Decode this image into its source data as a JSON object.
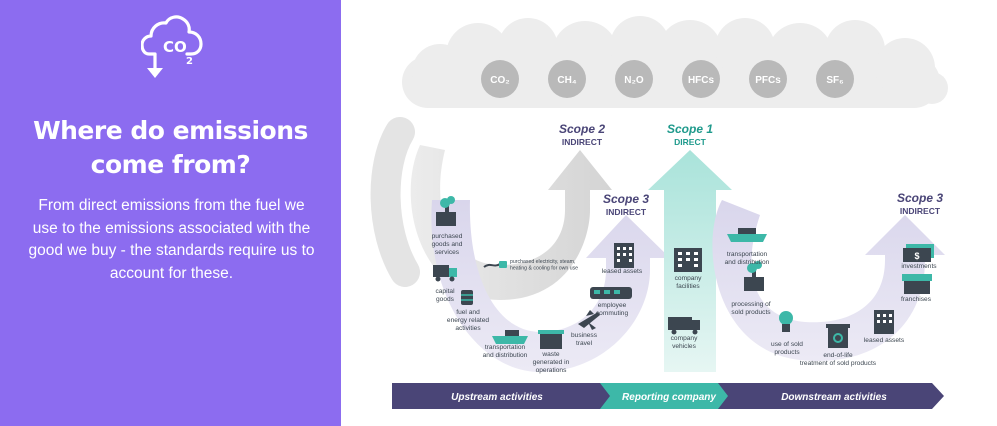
{
  "sidebar": {
    "logo_text": "CO2",
    "logo_icon": "cloud-co2-icon",
    "title": "Where do emissions come from?",
    "body": "From direct emissions from the fuel we use to the emissions associated with the good we buy - the standards require us to account for these."
  },
  "gases": [
    "CO₂",
    "CH₄",
    "N₂O",
    "HFCs",
    "PFCs",
    "SF₆"
  ],
  "scopes": {
    "scope2": {
      "name": "Scope 2",
      "type": "INDIRECT"
    },
    "scope1": {
      "name": "Scope 1",
      "type": "DIRECT"
    },
    "scope3_up": {
      "name": "Scope 3",
      "type": "INDIRECT"
    },
    "scope3_down": {
      "name": "Scope 3",
      "type": "INDIRECT"
    }
  },
  "labels": {
    "purchased_goods": [
      "purchased",
      "goods and",
      "services"
    ],
    "capital_goods": [
      "capital",
      "goods"
    ],
    "fuel_energy": [
      "fuel and",
      "energy related",
      "activities"
    ],
    "transport_up": [
      "transportation",
      "and distribution"
    ],
    "waste": [
      "waste",
      "generated in",
      "operations"
    ],
    "business_travel": [
      "business",
      "travel"
    ],
    "employee_commuting": [
      "employee",
      "commuting"
    ],
    "leased_assets_up": [
      "leased assets"
    ],
    "purchased_electricity": [
      "purchased electricity, steam,",
      "heating & cooling for own use"
    ],
    "company_facilities": [
      "company",
      "facilities"
    ],
    "company_vehicles": [
      "company",
      "vehicles"
    ],
    "transport_down": [
      "transportation",
      "and distribution"
    ],
    "processing": [
      "processing of",
      "sold products"
    ],
    "use_sold": [
      "use of sold",
      "products"
    ],
    "end_of_life": [
      "end-of-life",
      "treatment of sold products"
    ],
    "leased_assets_down": [
      "leased assets"
    ],
    "franchises": [
      "franchises"
    ],
    "investments": [
      "investments"
    ]
  },
  "bottom_bar": {
    "upstream": "Upstream activities",
    "reporting": "Reporting company",
    "downstream": "Downstream activities"
  },
  "colors": {
    "purple": "#8c6cf0",
    "navy": "#4a4577",
    "teal": "#3db8a8",
    "teal_dark": "#1f9a8c",
    "icon_dark": "#3c4650",
    "cloud": "#ededed",
    "gas_circle": "#b9b9b9"
  }
}
